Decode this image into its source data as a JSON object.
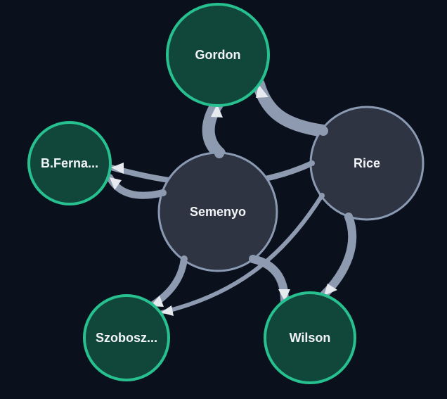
{
  "graph": {
    "nodes": [
      {
        "id": "gordon",
        "label": "Gordon",
        "kind": "green"
      },
      {
        "id": "rice",
        "label": "Rice",
        "kind": "gray"
      },
      {
        "id": "bfern",
        "label": "B.Ferna...",
        "kind": "green"
      },
      {
        "id": "semenyo",
        "label": "Semenyo",
        "kind": "gray"
      },
      {
        "id": "szobosz",
        "label": "Szobosz...",
        "kind": "green"
      },
      {
        "id": "wilson",
        "label": "Wilson",
        "kind": "green"
      }
    ],
    "edges": [
      {
        "id": "rice-gordon",
        "from": "rice",
        "to": "gordon",
        "weight": "heavy"
      },
      {
        "id": "semenyo-gordon",
        "from": "semenyo",
        "to": "gordon",
        "weight": "heavy"
      },
      {
        "id": "rice-bfern",
        "from": "rice",
        "to": "bfern",
        "weight": "medium"
      },
      {
        "id": "semenyo-bfern",
        "from": "semenyo",
        "to": "bfern",
        "weight": "medium"
      },
      {
        "id": "semenyo-szobosz",
        "from": "semenyo",
        "to": "szobosz",
        "weight": "medium"
      },
      {
        "id": "rice-szobosz",
        "from": "rice",
        "to": "szobosz",
        "weight": "light"
      },
      {
        "id": "semenyo-wilson",
        "from": "semenyo",
        "to": "wilson",
        "weight": "medium"
      },
      {
        "id": "rice-wilson",
        "from": "rice",
        "to": "wilson",
        "weight": "medium"
      }
    ],
    "colors": {
      "background": "#0b111c",
      "green_fill": "#11463a",
      "green_stroke": "#27c08f",
      "gray_fill": "#2e3442",
      "gray_stroke": "#8b9ab3",
      "edge": "#8d9ab0",
      "arrow": "#e6e9ee",
      "label": "#f2f4f7"
    }
  }
}
